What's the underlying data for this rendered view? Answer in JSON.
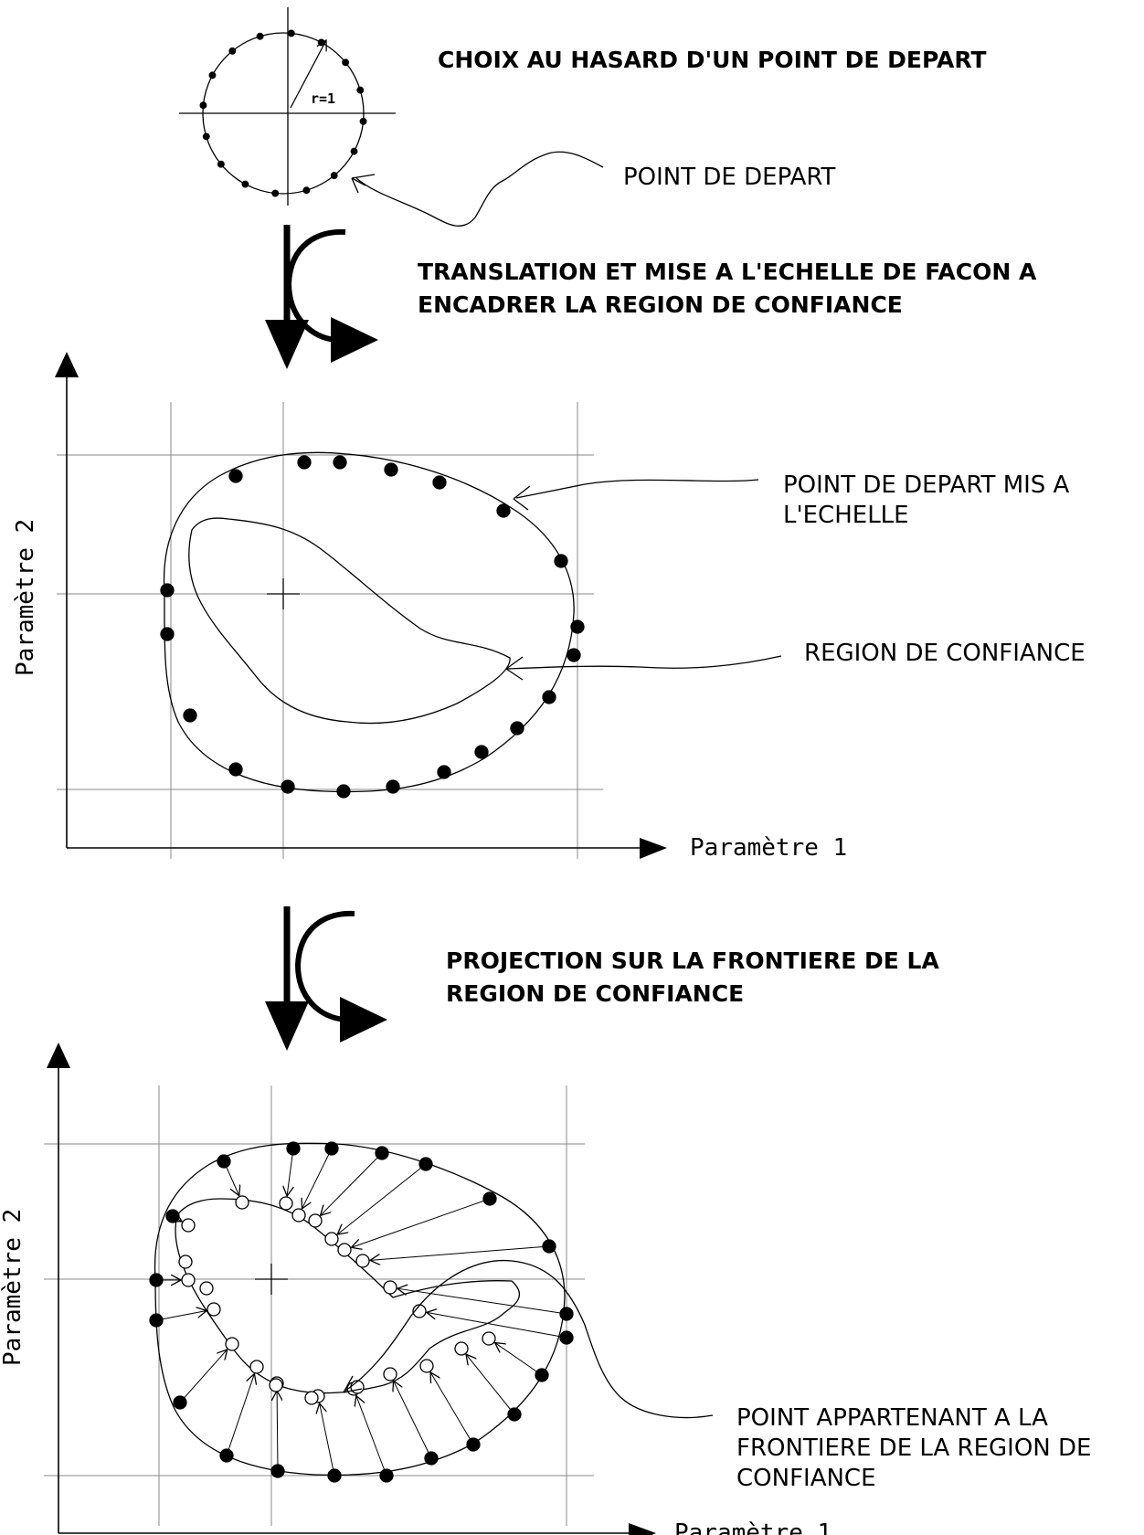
{
  "steps": {
    "step1_title": "CHOIX AU HASARD D'UN POINT DE DEPART",
    "step1_radius": "r=1",
    "step1_callout": "POINT DE DEPART",
    "step2_title_line1": "TRANSLATION ET MISE A L'ECHELLE DE FACON A",
    "step2_title_line2": "ENCADRER LA REGION DE CONFIANCE",
    "step2_callout_scaled_line1": "POINT DE DEPART MIS A",
    "step2_callout_scaled_line2": "L'ECHELLE",
    "step2_callout_region": "REGION DE CONFIANCE",
    "step3_title_line1": "PROJECTION SUR LA FRONTIERE DE LA",
    "step3_title_line2": "REGION DE CONFIANCE",
    "step3_callout_line1": "POINT APPARTENANT A LA",
    "step3_callout_line2": "FRONTIERE DE LA REGION DE",
    "step3_callout_line3": "CONFIANCE"
  },
  "axes": {
    "x_label": "Paramètre 1",
    "y_label": "Paramètre 2"
  }
}
